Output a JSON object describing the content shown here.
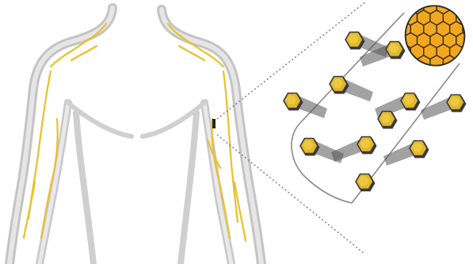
{
  "figure": {
    "subject": "upper-body-outline",
    "magnified_detail": "cylindrical-fiber-segment"
  },
  "colors": {
    "body_outline": "#bcbcbc",
    "body_fill": "#e4e4e4",
    "nerve": "#e8c12a",
    "hexagon_fill": "#e2b82b",
    "hexagon_top": "#f1d04a",
    "hexagon_edge": "#3a3a3a",
    "cross_section_fill": "#f2a81e",
    "cross_section_grid": "#3a2a10",
    "cylinder_outline": "#8a8a8a",
    "zoom_lines": "#7a7a7a",
    "shadow": "#555555",
    "marker": "#222222"
  },
  "icons": {
    "hexagon": "hexagon-icon",
    "cross_section": "honeycomb-icon"
  },
  "particle_count": 11
}
